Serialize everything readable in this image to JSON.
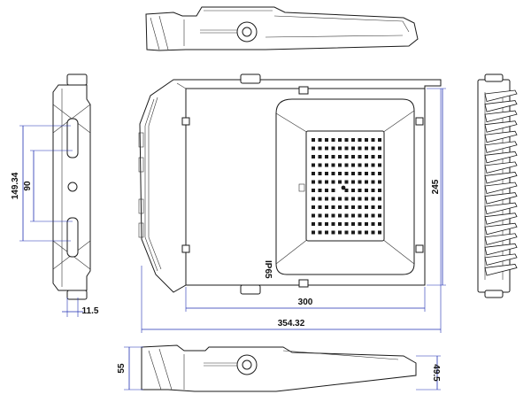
{
  "drawing": {
    "dimensions": {
      "pitch_outer": "149.34",
      "pitch_inner": "90",
      "bracket_width": "11.5",
      "body_width": "300",
      "overall_width": "354.32",
      "body_height": "245",
      "side_height_total": "55",
      "side_height_body": "49.5"
    },
    "rating_label": "IP65",
    "led_grid": {
      "rows": 12,
      "cols": 11
    },
    "fin_count": 18
  }
}
